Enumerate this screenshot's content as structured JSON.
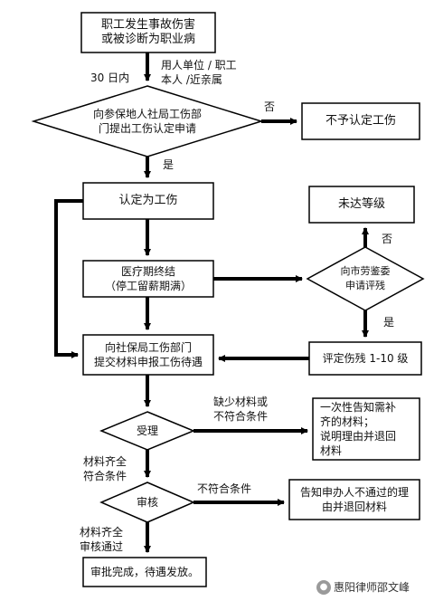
{
  "nodes": {
    "start": "职工发生事故伤害\n或被诊断为职业病",
    "apply": "向参保地人社局工伤部\n门提出工伤认定申请",
    "not_injury": "不予认定工伤",
    "recognized": "认定为工伤",
    "medical": "医疗期终结\n（停工留薪期满）",
    "not_reached": "未达等级",
    "appraisal": "向市劳鉴委\n申请评残",
    "submit": "向社保局工伤部门\n提交材料申报工伤待遇",
    "grade": "评定伤残 1-10 级",
    "accept": "受理",
    "notify_once": "一次性告知需补\n齐的材料；\n说明理由并退回\n材料",
    "review": "审核",
    "notify_fail": "告知申办人不通过的理\n由并退回材料",
    "done": "审批完成，待遇发放。"
  },
  "labels": {
    "days30": "30 日内",
    "applicant": "用人单位 /  职工\n本人 /近亲属",
    "no1": "否",
    "yes1": "是",
    "no2": "否",
    "yes2": "是",
    "missing": "缺少材料或\n不符合条件",
    "complete1": "材料齐全\n符合条件",
    "unqualified": "不符合条件",
    "complete2": "材料齐全\n审核通过"
  },
  "watermark": {
    "text": "惠阳律师邵文峰"
  }
}
